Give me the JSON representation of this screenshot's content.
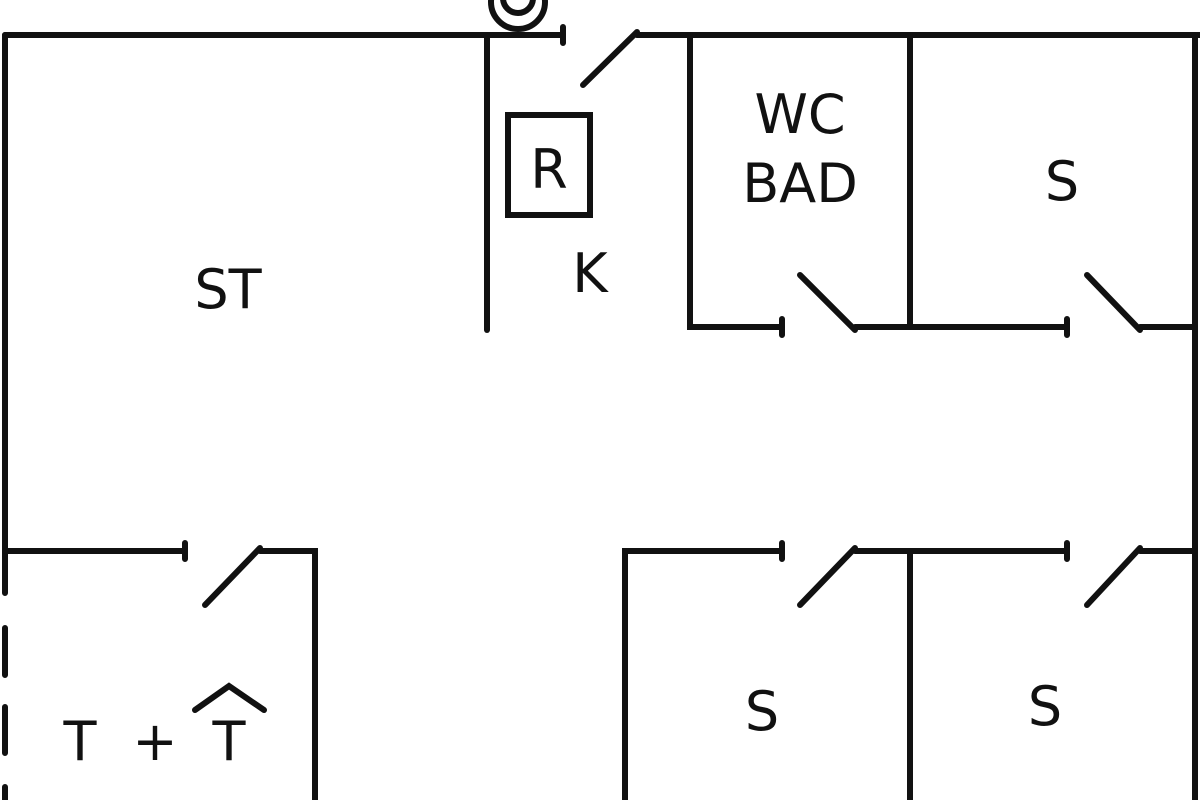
{
  "rooms": {
    "living": "ST",
    "kitchen": "K",
    "fridge": "R",
    "bath_line1": "WC",
    "bath_line2": "BAD",
    "bedroom_top_right": "S",
    "bedroom_bottom_mid": "S",
    "bedroom_bottom_right": "S",
    "bottom_left_t": "T",
    "bottom_left_plus": "+",
    "bottom_left_t2": "T"
  },
  "colors": {
    "line": "#111111",
    "background": "#ffffff"
  }
}
